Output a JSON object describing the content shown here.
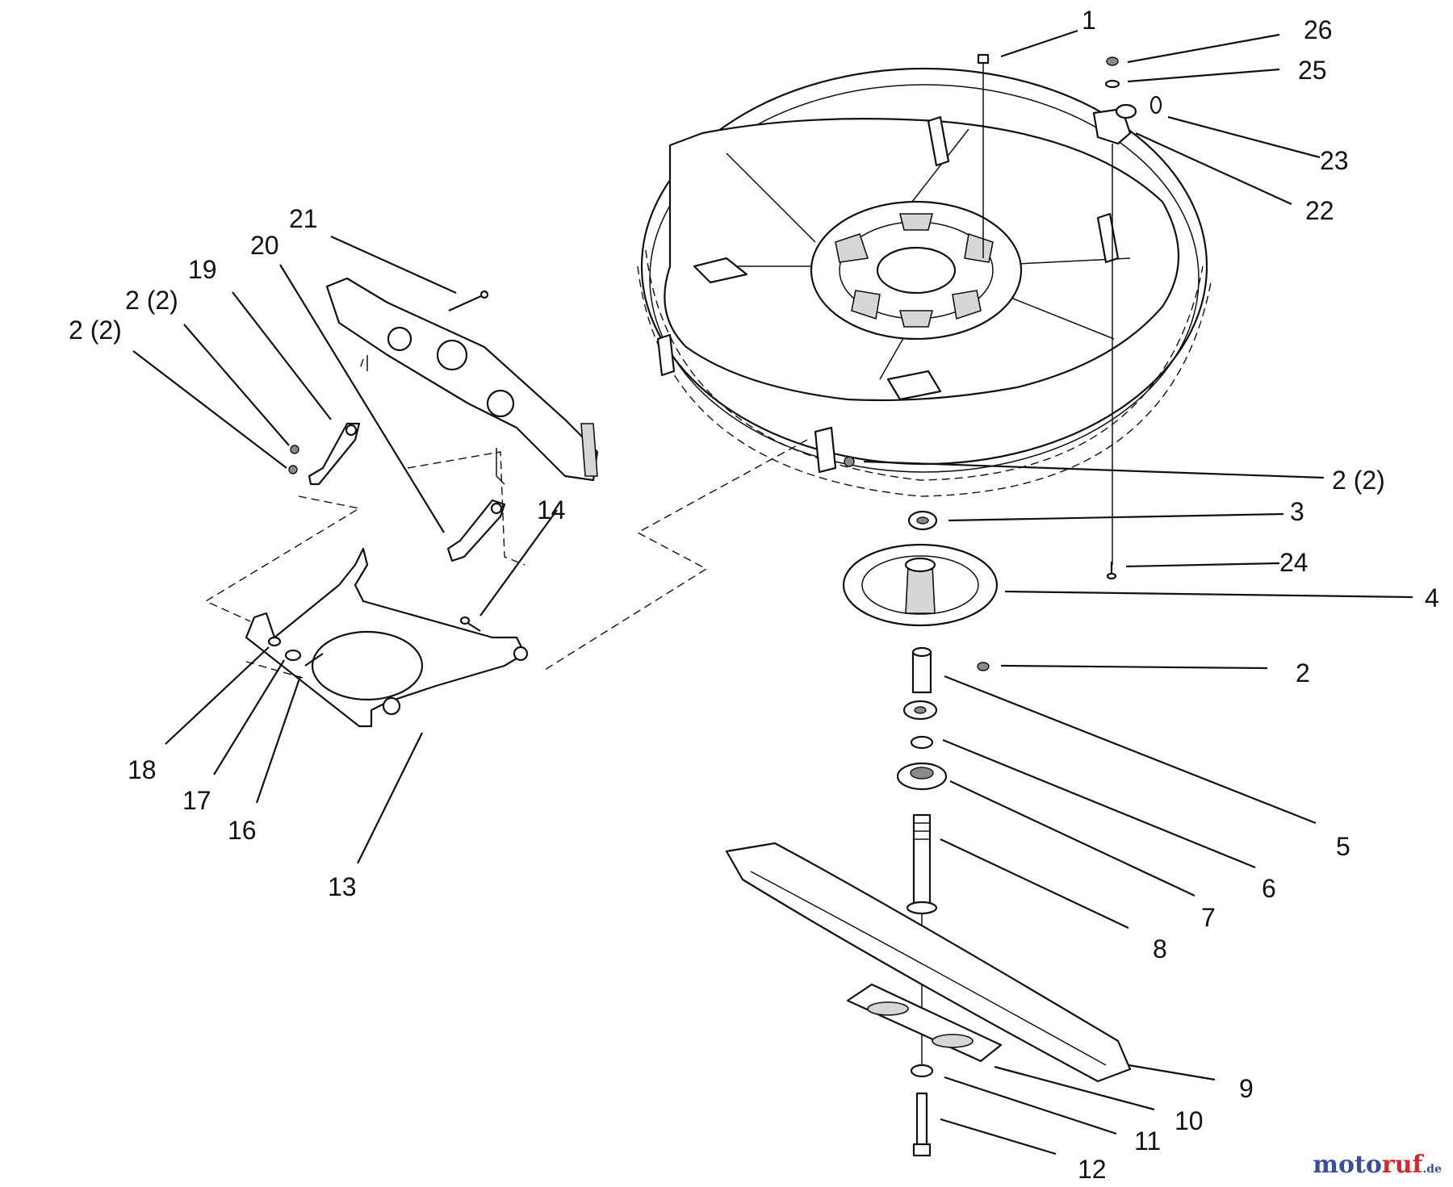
{
  "callouts": {
    "c1": "1",
    "c26": "26",
    "c25": "25",
    "c23": "23",
    "c22": "22",
    "c21": "21",
    "c20": "20",
    "c19": "19",
    "c2_2a": "2 (2)",
    "c2_2b": "2 (2)",
    "c2_2c": "2 (2)",
    "c3": "3",
    "c24": "24",
    "c4": "4",
    "c14": "14",
    "c2": "2",
    "c5": "5",
    "c18": "18",
    "c17": "17",
    "c16": "16",
    "c6": "6",
    "c13": "13",
    "c7": "7",
    "c8": "8",
    "c9": "9",
    "c10": "10",
    "c11": "11",
    "c12": "12"
  },
  "watermark": {
    "part1": "moto",
    "part2": "ruf",
    "part3": ".de"
  }
}
